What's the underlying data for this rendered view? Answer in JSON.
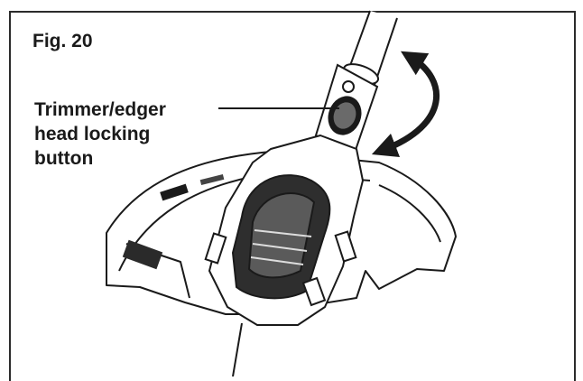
{
  "figure": {
    "label": "Fig. 20",
    "callout_lines": [
      "Trimmer/edger",
      "head locking",
      "button"
    ],
    "parts": [
      "shaft",
      "locking-button",
      "rotation-arrow",
      "motor-housing",
      "guard",
      "trimmer-line"
    ]
  }
}
